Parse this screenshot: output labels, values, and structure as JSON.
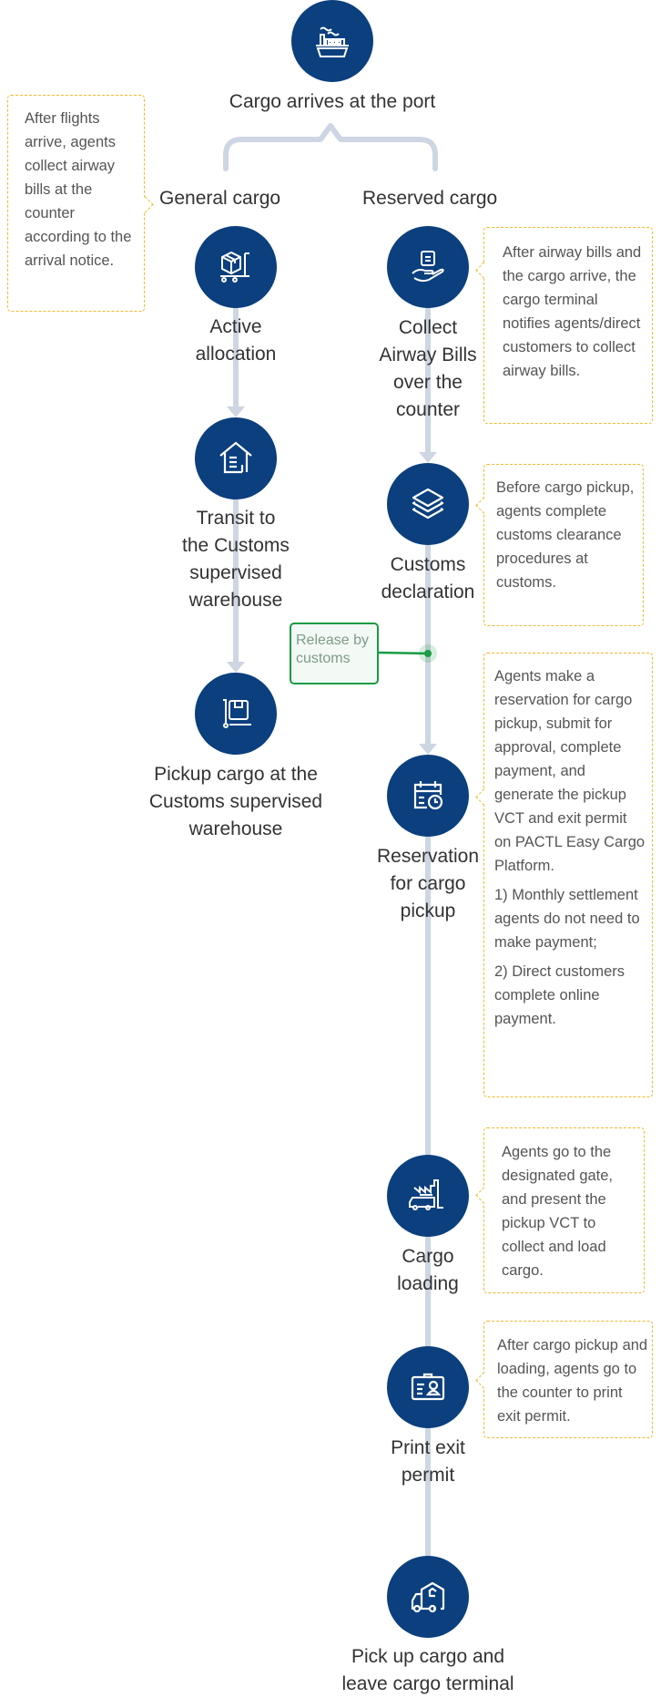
{
  "colors": {
    "node": "#0b3f7e",
    "connector": "#cdd6e2",
    "callout_border": "#f5b82e",
    "release_border": "#1a9b45"
  },
  "start": {
    "icon": "cargo-ship-icon",
    "label": "Cargo arrives at the port"
  },
  "branches": {
    "general": {
      "title": "General cargo"
    },
    "reserved": {
      "title": "Reserved cargo"
    }
  },
  "general_steps": [
    {
      "icon": "box-trolley-icon",
      "label_lines": [
        "Active",
        "allocation"
      ]
    },
    {
      "icon": "warehouse-icon",
      "label_lines": [
        "Transit to",
        "the Customs",
        "supervised",
        "warehouse"
      ]
    },
    {
      "icon": "hand-truck-box-icon",
      "label_lines": [
        "Pickup cargo at the",
        "Customs supervised",
        "warehouse"
      ]
    }
  ],
  "reserved_steps": [
    {
      "icon": "hand-document-icon",
      "label_lines": [
        "Collect",
        "Airway Bills",
        "over the",
        "counter"
      ]
    },
    {
      "icon": "layers-icon",
      "label_lines": [
        "Customs",
        "declaration"
      ]
    },
    {
      "icon": "calendar-clock-icon",
      "label_lines": [
        "Reservation",
        "for cargo",
        "pickup"
      ]
    },
    {
      "icon": "truck-factory-icon",
      "label_lines": [
        "Cargo",
        "loading"
      ]
    },
    {
      "icon": "id-badge-icon",
      "label_lines": [
        "Print exit",
        "permit"
      ]
    },
    {
      "icon": "truck-home-icon",
      "label_lines": [
        "Pick up cargo and",
        "leave cargo terminal"
      ]
    }
  ],
  "release_tag": {
    "lines": [
      "Release by",
      "customs"
    ]
  },
  "callouts": {
    "general": {
      "paragraphs": [
        "After flights arrive, agents collect airway bills at the counter according to the arrival notice."
      ]
    },
    "collect": {
      "paragraphs": [
        "After airway bills and the cargo arrive, the cargo terminal notifies agents/direct customers to collect airway bills."
      ]
    },
    "customs": {
      "paragraphs": [
        "Before cargo pickup, agents complete customs clearance procedures at customs."
      ]
    },
    "reservation": {
      "paragraphs": [
        "Agents make a reservation for cargo pickup, submit for approval, complete payment, and generate the pickup VCT and exit permit on PACTL Easy Cargo Platform.",
        "1) Monthly settlement agents do not need to make payment;",
        "2) Direct customers complete online payment."
      ]
    },
    "loading": {
      "paragraphs": [
        "Agents go to the designated gate, and present the pickup VCT to collect and load cargo."
      ]
    },
    "print": {
      "paragraphs": [
        "After cargo pickup and loading, agents go to the counter to print exit permit."
      ]
    }
  }
}
